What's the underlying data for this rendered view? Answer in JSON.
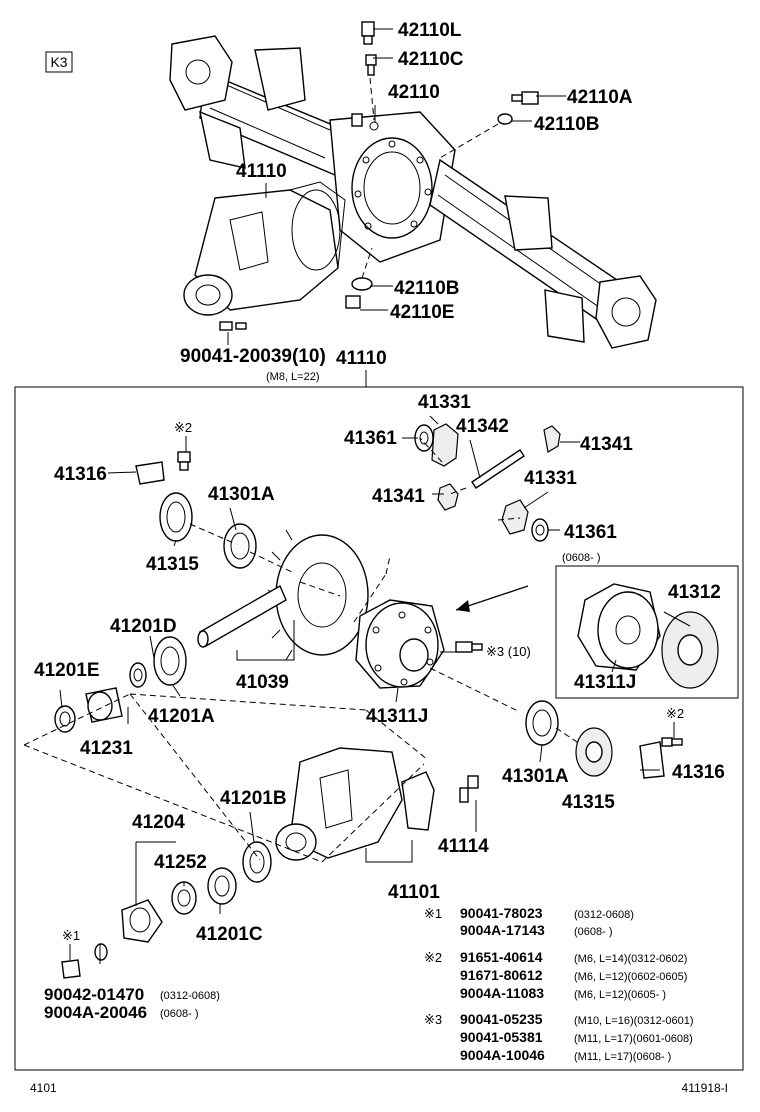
{
  "header": {
    "badge": "K3"
  },
  "footer": {
    "left_code": "4101",
    "right_code": "411918-I"
  },
  "upper": {
    "labels": {
      "p42110L": "42110L",
      "p42110C": "42110C",
      "p42110": "42110",
      "p42110A": "42110A",
      "p42110B_top": "42110B",
      "p41110": "41110",
      "p42110B_bot": "42110B",
      "p42110E": "42110E",
      "bolt": "90041-20039(10)",
      "bolt_spec": "(M8, L=22)"
    }
  },
  "box_title": "41110",
  "lower": {
    "labels": {
      "p41331_top": "41331",
      "p41361_top": "41361",
      "p41342": "41342",
      "p41341_right": "41341",
      "note2_left": "※2",
      "p41316_left": "41316",
      "p41301A_top": "41301A",
      "p41341_left": "41341",
      "p41331_mid": "41331",
      "p41315_top": "41315",
      "p41361_mid": "41361",
      "date_0608": "(0608-      )",
      "p41312": "41312",
      "p41201D": "41201D",
      "note3_bolt": "※3 (10)",
      "p41201E": "41201E",
      "p41039": "41039",
      "p41311J_inset": "41311J",
      "p41201A": "41201A",
      "p41311J": "41311J",
      "p41231": "41231",
      "note2_right": "※2",
      "p41316_right": "41316",
      "p41301A_bot": "41301A",
      "p41315_bot": "41315",
      "p41204": "41204",
      "p41201B": "41201B",
      "p41252": "41252",
      "p41114": "41114",
      "p41101": "41101",
      "p41201C": "41201C",
      "note1_left": "※1",
      "p90042": "90042-01470",
      "p90042_date": "(0312-0608)",
      "p9004A_20046": "9004A-20046",
      "p9004A_20046_date": "(0608-      )"
    }
  },
  "notes": [
    {
      "mark": "※1",
      "rows": [
        {
          "pn": "90041-78023",
          "spec": "(0312-0608)"
        },
        {
          "pn": "9004A-17143",
          "spec": "(0608-      )"
        }
      ]
    },
    {
      "mark": "※2",
      "rows": [
        {
          "pn": "91651-40614",
          "spec": "(M6, L=14)(0312-0602)"
        },
        {
          "pn": "91671-80612",
          "spec": "(M6, L=12)(0602-0605)"
        },
        {
          "pn": "9004A-11083",
          "spec": "(M6, L=12)(0605-      )"
        }
      ]
    },
    {
      "mark": "※3",
      "rows": [
        {
          "pn": "90041-05235",
          "spec": "(M10, L=16)(0312-0601)"
        },
        {
          "pn": "90041-05381",
          "spec": "(M11, L=17)(0601-0608)"
        },
        {
          "pn": "9004A-10046",
          "spec": "(M11, L=17)(0608-      )"
        }
      ]
    }
  ]
}
